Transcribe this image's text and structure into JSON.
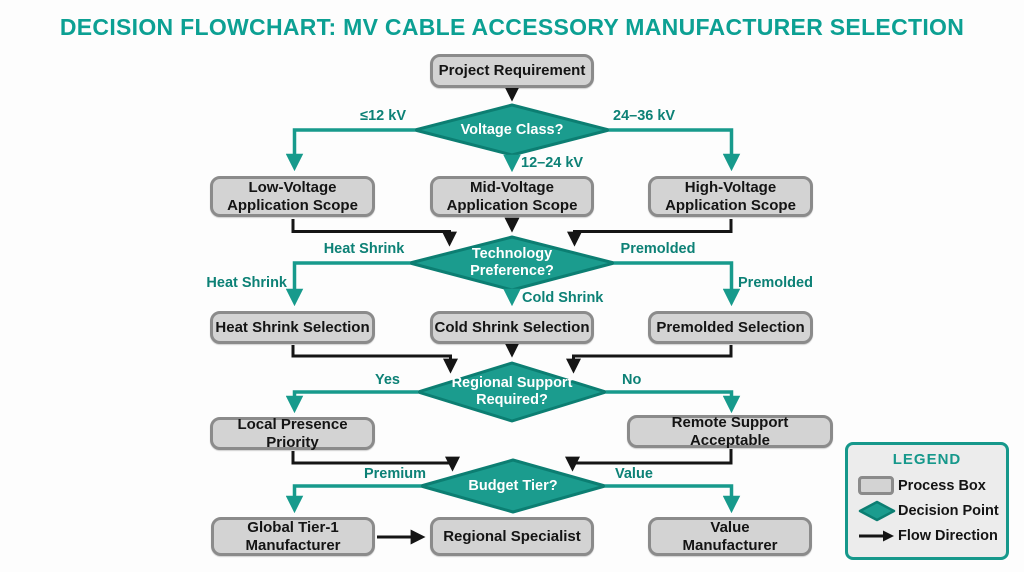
{
  "title": "DECISION FLOWCHART: MV CABLE ACCESSORY MANUFACTURER SELECTION",
  "nodes": {
    "project": {
      "l1": "Project Requirement"
    },
    "low": {
      "l1": "Low-Voltage",
      "l2": "Application Scope"
    },
    "mid": {
      "l1": "Mid-Voltage",
      "l2": "Application Scope"
    },
    "high": {
      "l1": "High-Voltage",
      "l2": "Application Scope"
    },
    "heat_sel": {
      "l1": "Heat Shrink Selection"
    },
    "cold_sel": {
      "l1": "Cold Shrink Selection"
    },
    "premold_sel": {
      "l1": "Premolded Selection"
    },
    "local": {
      "l1": "Local Presence Priority"
    },
    "remote": {
      "l1": "Remote Support Acceptable"
    },
    "global_t1": {
      "l1": "Global Tier-1",
      "l2": "Manufacturer"
    },
    "regional_spec": {
      "l1": "Regional Specialist"
    },
    "value_mfr": {
      "l1": "Value",
      "l2": "Manufacturer"
    }
  },
  "decisions": {
    "voltage": {
      "l1": "Voltage Class?"
    },
    "technology": {
      "l1": "Technology",
      "l2": "Preference?"
    },
    "regional": {
      "l1": "Regional Support",
      "l2": "Required?"
    },
    "budget": {
      "l1": "Budget Tier?"
    }
  },
  "edge_labels": {
    "voltage_low": "≤12 kV",
    "voltage_high": "24–36 kV",
    "voltage_mid": "12–24 kV",
    "heat_shrink_1": "Heat Shrink",
    "heat_shrink_2": "Heat Shrink",
    "cold_shrink": "Cold Shrink",
    "premolded_1": "Premolded",
    "premolded_2": "Premolded",
    "yes": "Yes",
    "no": "No",
    "premium": "Premium",
    "value": "Value"
  },
  "legend": {
    "title": "LEGEND",
    "process": "Process Box",
    "decision": "Decision Point",
    "flow": "Flow Direction"
  },
  "colors": {
    "teal_line": "#179a8c",
    "teal_fill": "#1b9c8e",
    "teal_border": "#0c7e72",
    "teal_label": "#0d8176",
    "title_teal": "#0ca093",
    "box_fill": "#d3d3d3",
    "box_border": "#8b8b8b",
    "arrow_black": "#151515"
  }
}
